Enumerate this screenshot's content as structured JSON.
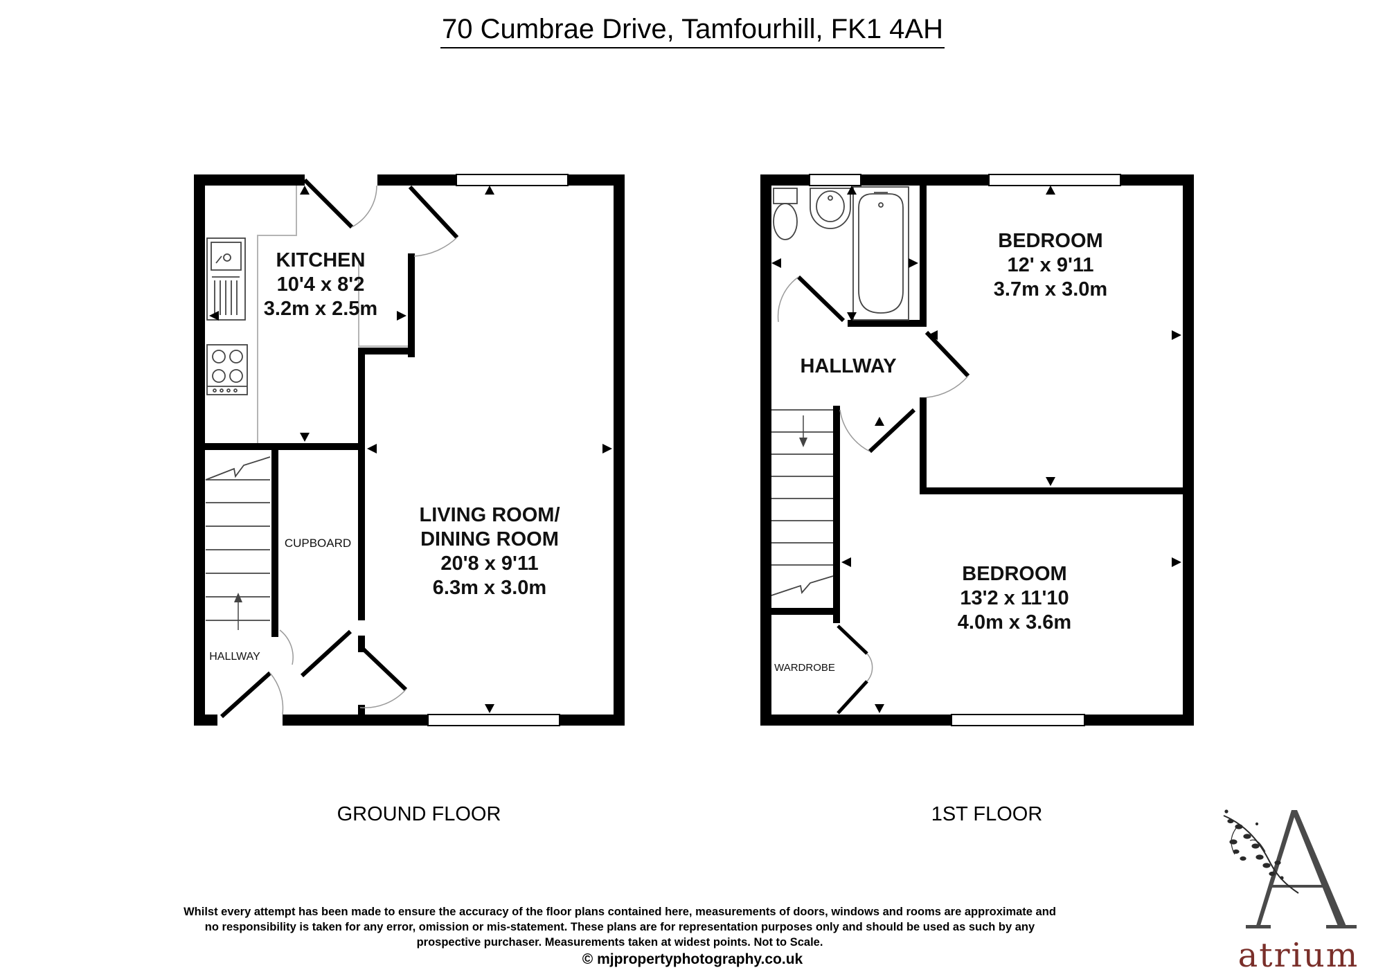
{
  "title": "70 Cumbrae Drive, Tamfourhill, FK1 4AH",
  "ground_floor": {
    "label": "GROUND FLOOR",
    "kitchen": {
      "name": "KITCHEN",
      "imperial": "10'4 x 8'2",
      "metric": "3.2m x 2.5m"
    },
    "living": {
      "name1": "LIVING ROOM/",
      "name2": "DINING ROOM",
      "imperial": "20'8 x 9'11",
      "metric": "6.3m x 3.0m"
    },
    "cupboard": "CUPBOARD",
    "hallway": "HALLWAY"
  },
  "first_floor": {
    "label": "1ST FLOOR",
    "bedroom1": {
      "name": "BEDROOM",
      "imperial": "12' x 9'11",
      "metric": "3.7m x 3.0m"
    },
    "bedroom2": {
      "name": "BEDROOM",
      "imperial": "13'2 x 11'10",
      "metric": "4.0m x 3.6m"
    },
    "hallway": "HALLWAY",
    "wardrobe": "WARDROBE"
  },
  "disclaimer": "Whilst every attempt has been made to ensure the accuracy of the floor plans contained here, measurements of doors, windows and rooms are approximate and no responsibility is taken for any error, omission or mis-statement. These plans are for representation purposes only and should be used as such by any prospective purchaser.  Measurements taken at widest points. Not to Scale.",
  "copyright": "© mjpropertyphotography.co.uk",
  "logo": {
    "text": "atrium",
    "color": "#7a2f2a",
    "icon": "atrium-logo-icon"
  },
  "colors": {
    "wall": "#000000",
    "fixture_line": "#b0b0b0"
  }
}
